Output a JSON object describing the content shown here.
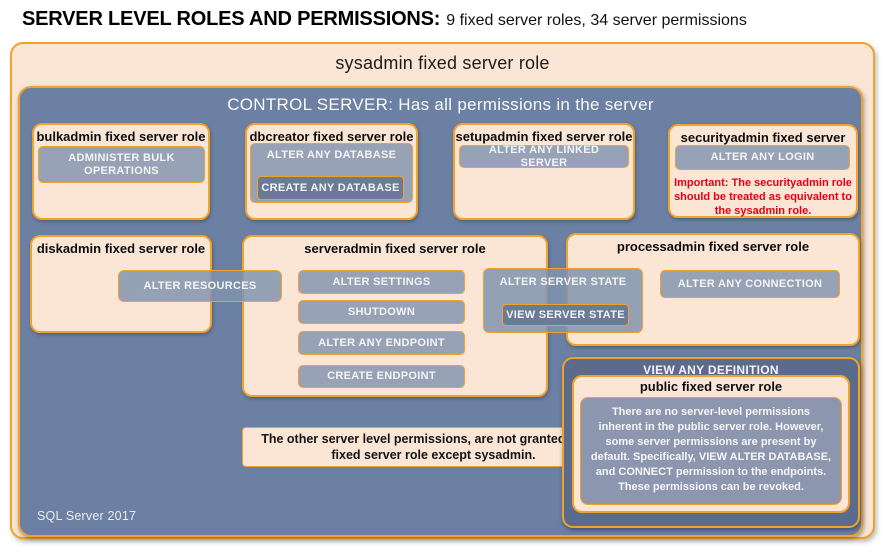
{
  "page_title": {
    "main": "SERVER LEVEL ROLES AND PERMISSIONS:",
    "suffix": "9 fixed server roles, 34 server permissions"
  },
  "sysadmin": {
    "label": "sysadmin fixed server role"
  },
  "control_server": {
    "label": "CONTROL SERVER: Has all permissions in the server"
  },
  "roles": {
    "bulkadmin": {
      "title": "bulkadmin fixed server role",
      "permissions": [
        "ADMINISTER BULK OPERATIONS"
      ]
    },
    "dbcreator": {
      "title": "dbcreator fixed server role",
      "permissions": [
        "ALTER ANY DATABASE",
        "CREATE ANY DATABASE"
      ]
    },
    "setupadmin": {
      "title": "setupadmin fixed server role",
      "permissions": [
        "ALTER ANY LINKED SERVER"
      ]
    },
    "securityadmin": {
      "title": "securityadmin fixed server role",
      "permissions": [
        "ALTER ANY LOGIN"
      ],
      "warning": "Important: The securityadmin role should be treated as equivalent to the sysadmin role."
    },
    "diskadmin": {
      "title": "diskadmin fixed server role",
      "permissions": [
        "ALTER RESOURCES"
      ]
    },
    "serveradmin": {
      "title": "serveradmin fixed server role",
      "permissions": [
        "ALTER SETTINGS",
        "SHUTDOWN",
        "ALTER ANY ENDPOINT",
        "CREATE ENDPOINT",
        "ALTER SERVER STATE",
        "VIEW SERVER STATE"
      ]
    },
    "processadmin": {
      "title": "processadmin fixed server role",
      "permissions": [
        "ALTER ANY CONNECTION"
      ]
    },
    "public": {
      "banner": "VIEW ANY DEFINITION",
      "title": "public fixed server role",
      "body": "There are no server-level permissions inherent in the public server role. However, some server permissions are present by default. Specifically, VIEW ALTER DATABASE, and CONNECT permission to the endpoints. These permissions can be revoked."
    }
  },
  "note": {
    "text": "The other server level permissions, are not granted to any fixed server role except sysadmin."
  },
  "footer": {
    "label": "SQL Server 2017"
  },
  "colors": {
    "accent_gold": "#EFA32B",
    "peach": "#FBE5D5",
    "slate_blue": "#6B80A3",
    "permission_gray": "#97A2B7",
    "permission_dark": "#6B7A99",
    "dark_panel": "#5B6B8C",
    "public_text_panel": "#8C97AF",
    "warning_red": "#E60012"
  }
}
